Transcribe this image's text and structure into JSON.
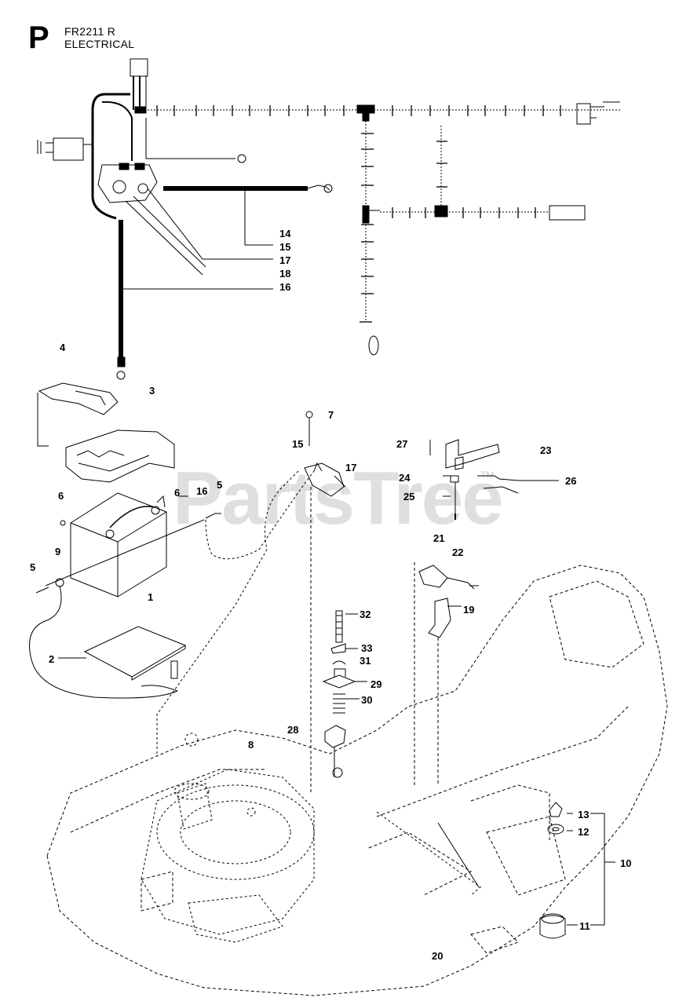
{
  "header": {
    "section_letter": "P",
    "model": "FR2211 R",
    "section": "ELECTRICAL"
  },
  "watermark": {
    "text": "PartsTree",
    "tm": "TM"
  },
  "callouts": [
    {
      "id": "c14",
      "label": "14"
    },
    {
      "id": "c15a",
      "label": "15"
    },
    {
      "id": "c17a",
      "label": "17"
    },
    {
      "id": "c18",
      "label": "18"
    },
    {
      "id": "c16a",
      "label": "16"
    },
    {
      "id": "c4",
      "label": "4"
    },
    {
      "id": "c3",
      "label": "3"
    },
    {
      "id": "c7",
      "label": "7"
    },
    {
      "id": "c15b",
      "label": "15"
    },
    {
      "id": "c17b",
      "label": "17"
    },
    {
      "id": "c27",
      "label": "27"
    },
    {
      "id": "c23",
      "label": "23"
    },
    {
      "id": "c24",
      "label": "24"
    },
    {
      "id": "c26",
      "label": "26"
    },
    {
      "id": "c25",
      "label": "25"
    },
    {
      "id": "c6a",
      "label": "6"
    },
    {
      "id": "c6b",
      "label": "6"
    },
    {
      "id": "c16b",
      "label": "16"
    },
    {
      "id": "c5a",
      "label": "5"
    },
    {
      "id": "c21",
      "label": "21"
    },
    {
      "id": "c22",
      "label": "22"
    },
    {
      "id": "c5b",
      "label": "5"
    },
    {
      "id": "c9",
      "label": "9"
    },
    {
      "id": "c1",
      "label": "1"
    },
    {
      "id": "c19",
      "label": "19"
    },
    {
      "id": "c32",
      "label": "32"
    },
    {
      "id": "c2",
      "label": "2"
    },
    {
      "id": "c33",
      "label": "33"
    },
    {
      "id": "c31",
      "label": "31"
    },
    {
      "id": "c29",
      "label": "29"
    },
    {
      "id": "c30",
      "label": "30"
    },
    {
      "id": "c28",
      "label": "28"
    },
    {
      "id": "c8",
      "label": "8"
    },
    {
      "id": "c13",
      "label": "13"
    },
    {
      "id": "c12",
      "label": "12"
    },
    {
      "id": "c10",
      "label": "10"
    },
    {
      "id": "c11",
      "label": "11"
    },
    {
      "id": "c20",
      "label": "20"
    }
  ]
}
